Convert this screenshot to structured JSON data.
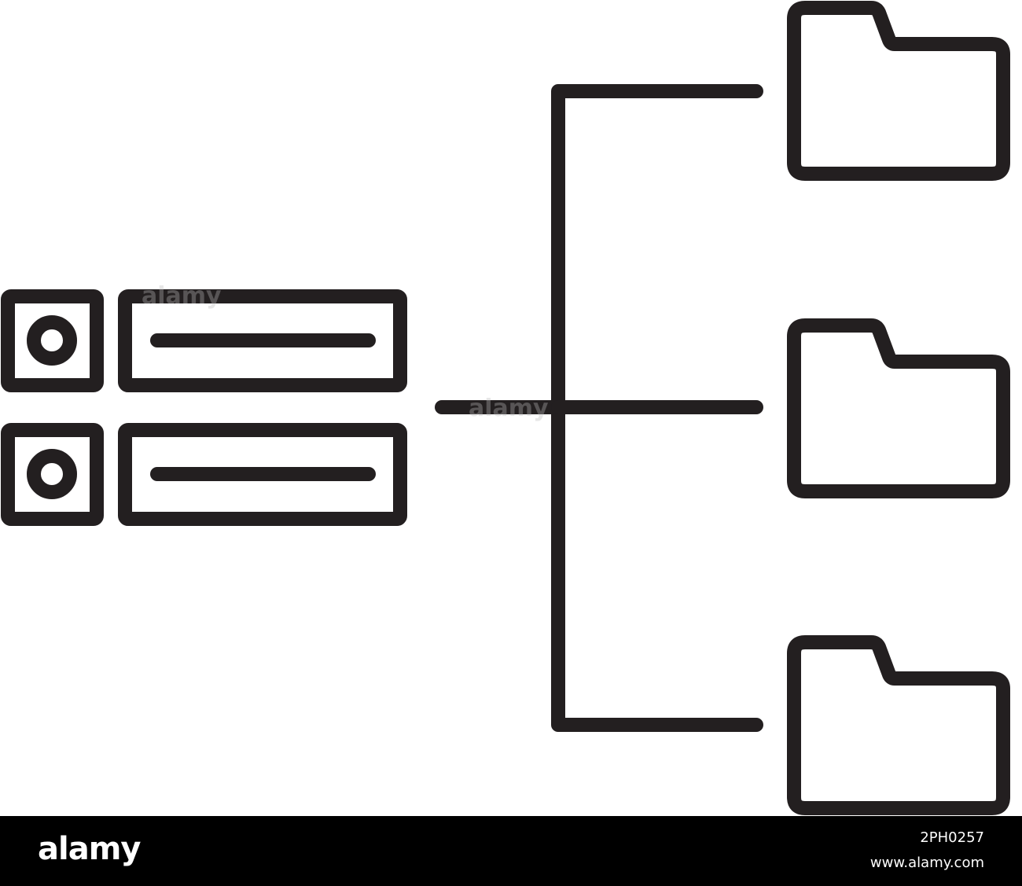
{
  "diagram": {
    "stroke_color": "#231f20",
    "background_color": "#ffffff",
    "source": {
      "icon": "server-rack-icon",
      "units": [
        "server-unit-1",
        "server-unit-2"
      ]
    },
    "targets": [
      {
        "icon": "folder-icon"
      },
      {
        "icon": "folder-icon"
      },
      {
        "icon": "folder-icon"
      }
    ],
    "watermark": "alamy"
  },
  "footer": {
    "background_color": "#000000",
    "logo": "alamy",
    "image_id": "2PH0257",
    "url": "www.alamy.com"
  }
}
